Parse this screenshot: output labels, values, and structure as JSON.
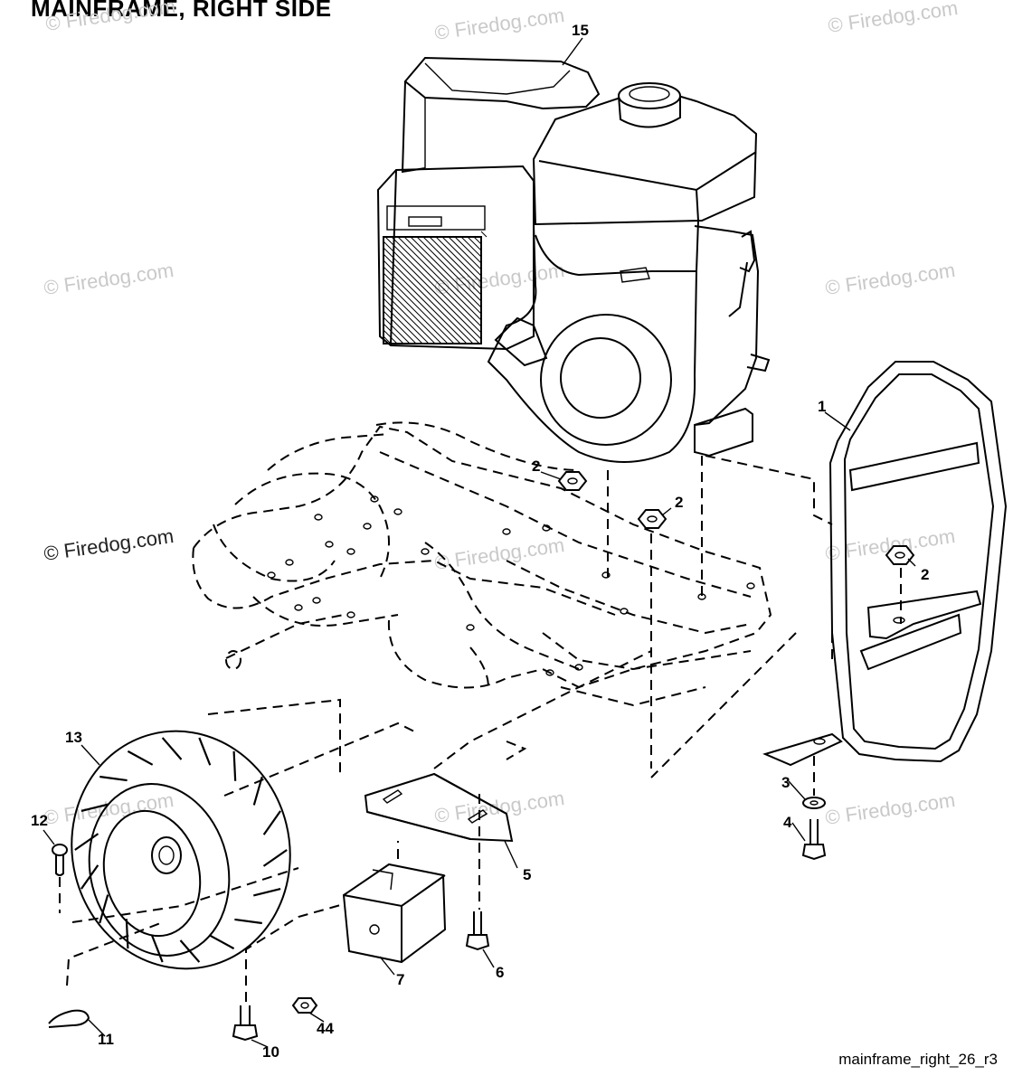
{
  "title": "MAINFRAME, RIGHT SIDE",
  "watermark": "© Firedog.com",
  "footer_label": "mainframe_right_26_r3",
  "callouts": [
    {
      "id": "c15",
      "label": "15"
    },
    {
      "id": "c1",
      "label": "1"
    },
    {
      "id": "c2a",
      "label": "2"
    },
    {
      "id": "c2b",
      "label": "2"
    },
    {
      "id": "c2c",
      "label": "2"
    },
    {
      "id": "c3",
      "label": "3"
    },
    {
      "id": "c4",
      "label": "4"
    },
    {
      "id": "c5",
      "label": "5"
    },
    {
      "id": "c6",
      "label": "6"
    },
    {
      "id": "c7",
      "label": "7"
    },
    {
      "id": "c10",
      "label": "10"
    },
    {
      "id": "c11",
      "label": "11"
    },
    {
      "id": "c12",
      "label": "12"
    },
    {
      "id": "c13",
      "label": "13"
    },
    {
      "id": "c44",
      "label": "44"
    }
  ]
}
